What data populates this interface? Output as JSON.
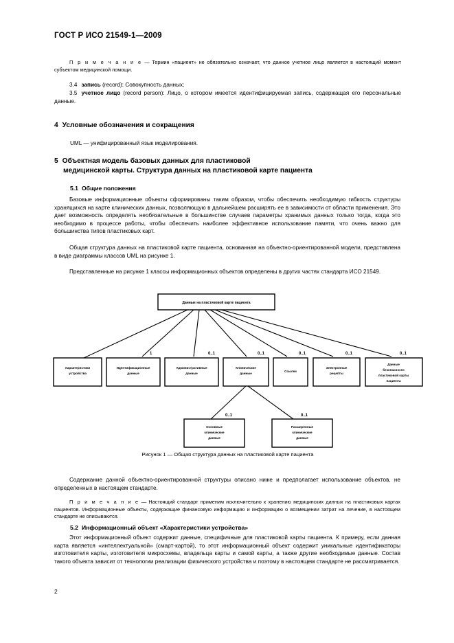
{
  "document": {
    "header": "ГОСТ Р ИСО 21549-1—2009",
    "page_number": "2"
  },
  "note_1": {
    "label": "П р и м е ч а н и е",
    "dash": " — ",
    "text": "Термин «пациент» не обязательно означает, что данное учетное лицо является в настоящий момент субъектом медицинской помощи."
  },
  "clause_3_4": {
    "number": "3.4",
    "term": "запись",
    "text": " (record): Совокупность данных;"
  },
  "clause_3_5": {
    "number": "3.5",
    "term": "учетное лицо",
    "text": " (record person): Лицо, о котором имеется идентифицируемая запись, содержащая его персональные данные."
  },
  "heading_4": {
    "number": "4",
    "title": "Условные обозначения и сокращения"
  },
  "uml_line": "UML — унифицированный язык моделирования.",
  "heading_5": {
    "number": "5",
    "line1": "Объектная модель базовых данных для пластиковой",
    "line2": "медицинской карты. Структура данных на пластиковой карте пациента"
  },
  "heading_5_1": {
    "number": "5.1",
    "title": "Общие положения"
  },
  "paragraph_5_1_a": "Базовые информационные объекты сформированы таким образом, чтобы обеспечить необходимую гибкость структуры хранящихся на карте клинических данных, позволяющую в дальнейшем расширять ее в зависимости от области применения. Это дает возможность определять необязательные в большинстве случаев параметры хранимых данных только тогда, когда это необходимо в процессе работы, чтобы обеспечить наиболее эффективное использование памяти, что очень важно для большинства типов пластиковых карт.",
  "paragraph_5_1_b": "Общая структура данных на пластиковой карте пациента, основанная на объектно-ориентированной модели, представлена в виде диаграммы классов UML на рисунке 1.",
  "paragraph_5_1_c": "Представленные на рисунке 1 классы информационных объектов определены в других частях стандарта ИСО 21549.",
  "figure": {
    "caption": "Рисунок 1 — Общая структура данных на пластиковой карте пациента",
    "root": {
      "label": "Данные на пластиковой карте пациента"
    },
    "children": [
      {
        "label_lines": [
          "Характеристики",
          "устройства"
        ],
        "multiplicity": ""
      },
      {
        "label_lines": [
          "Идентификационные",
          "данные"
        ],
        "multiplicity": "1"
      },
      {
        "label_lines": [
          "Административные",
          "данные"
        ],
        "multiplicity": "0..1"
      },
      {
        "label_lines": [
          "Клинические",
          "данные"
        ],
        "multiplicity": "0..1"
      },
      {
        "label_lines": [
          "Ссылки"
        ],
        "multiplicity": "0..1"
      },
      {
        "label_lines": [
          "Электронные",
          "рецепты"
        ],
        "multiplicity": "0..1"
      },
      {
        "label_lines": [
          "Данные",
          "безопасности",
          "пластиковой карты",
          "пациента"
        ],
        "multiplicity": "0..1"
      }
    ],
    "grandchildren": [
      {
        "label_lines": [
          "Основные",
          "клинические",
          "данные"
        ],
        "multiplicity": "0..1"
      },
      {
        "label_lines": [
          "Расширенные",
          "клинические",
          "данные"
        ],
        "multiplicity": "0..1"
      }
    ]
  },
  "paragraph_after_figure": "Содержание данной объектно-ориентированной структуры описано ниже и предполагает использование объектов, не определенных в настоящем стандарте.",
  "note_2": {
    "label": "П р и м е ч а н и е",
    "dash": " — ",
    "text": "Настоящий стандарт применим исключительно к хранению медицинских данных на пластиковых картах пациентов. Информационные объекты, содержащие финансовую информацию и информацию о возмещении затрат на лечение, в настоящем стандарте не описываются."
  },
  "heading_5_2": {
    "number": "5.2",
    "title": "Информационный объект «Характеристики устройства»"
  },
  "paragraph_5_2": "Этот информационный объект содержит данные, специфичные для пластиковой карты пациента. К примеру, если данная карта является «интеллектуальной» (смарт-картой), то этот информационный объект содержит уникальные идентификаторы изготовителя карты, изготовителя микросхемы, владельца карты и самой карты, а также другие необходимые данные. Состав такого объекта зависит от технологии реализации физического устройства и поэтому в настоящем стандарте не рассматривается."
}
